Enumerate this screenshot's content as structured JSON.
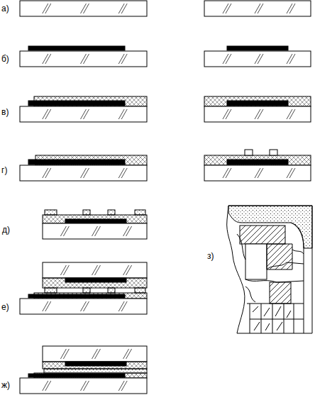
{
  "diagram": {
    "labels": [
      "а)",
      "б)",
      "в)",
      "г)",
      "д)",
      "е)",
      "ж)",
      "з)"
    ]
  }
}
